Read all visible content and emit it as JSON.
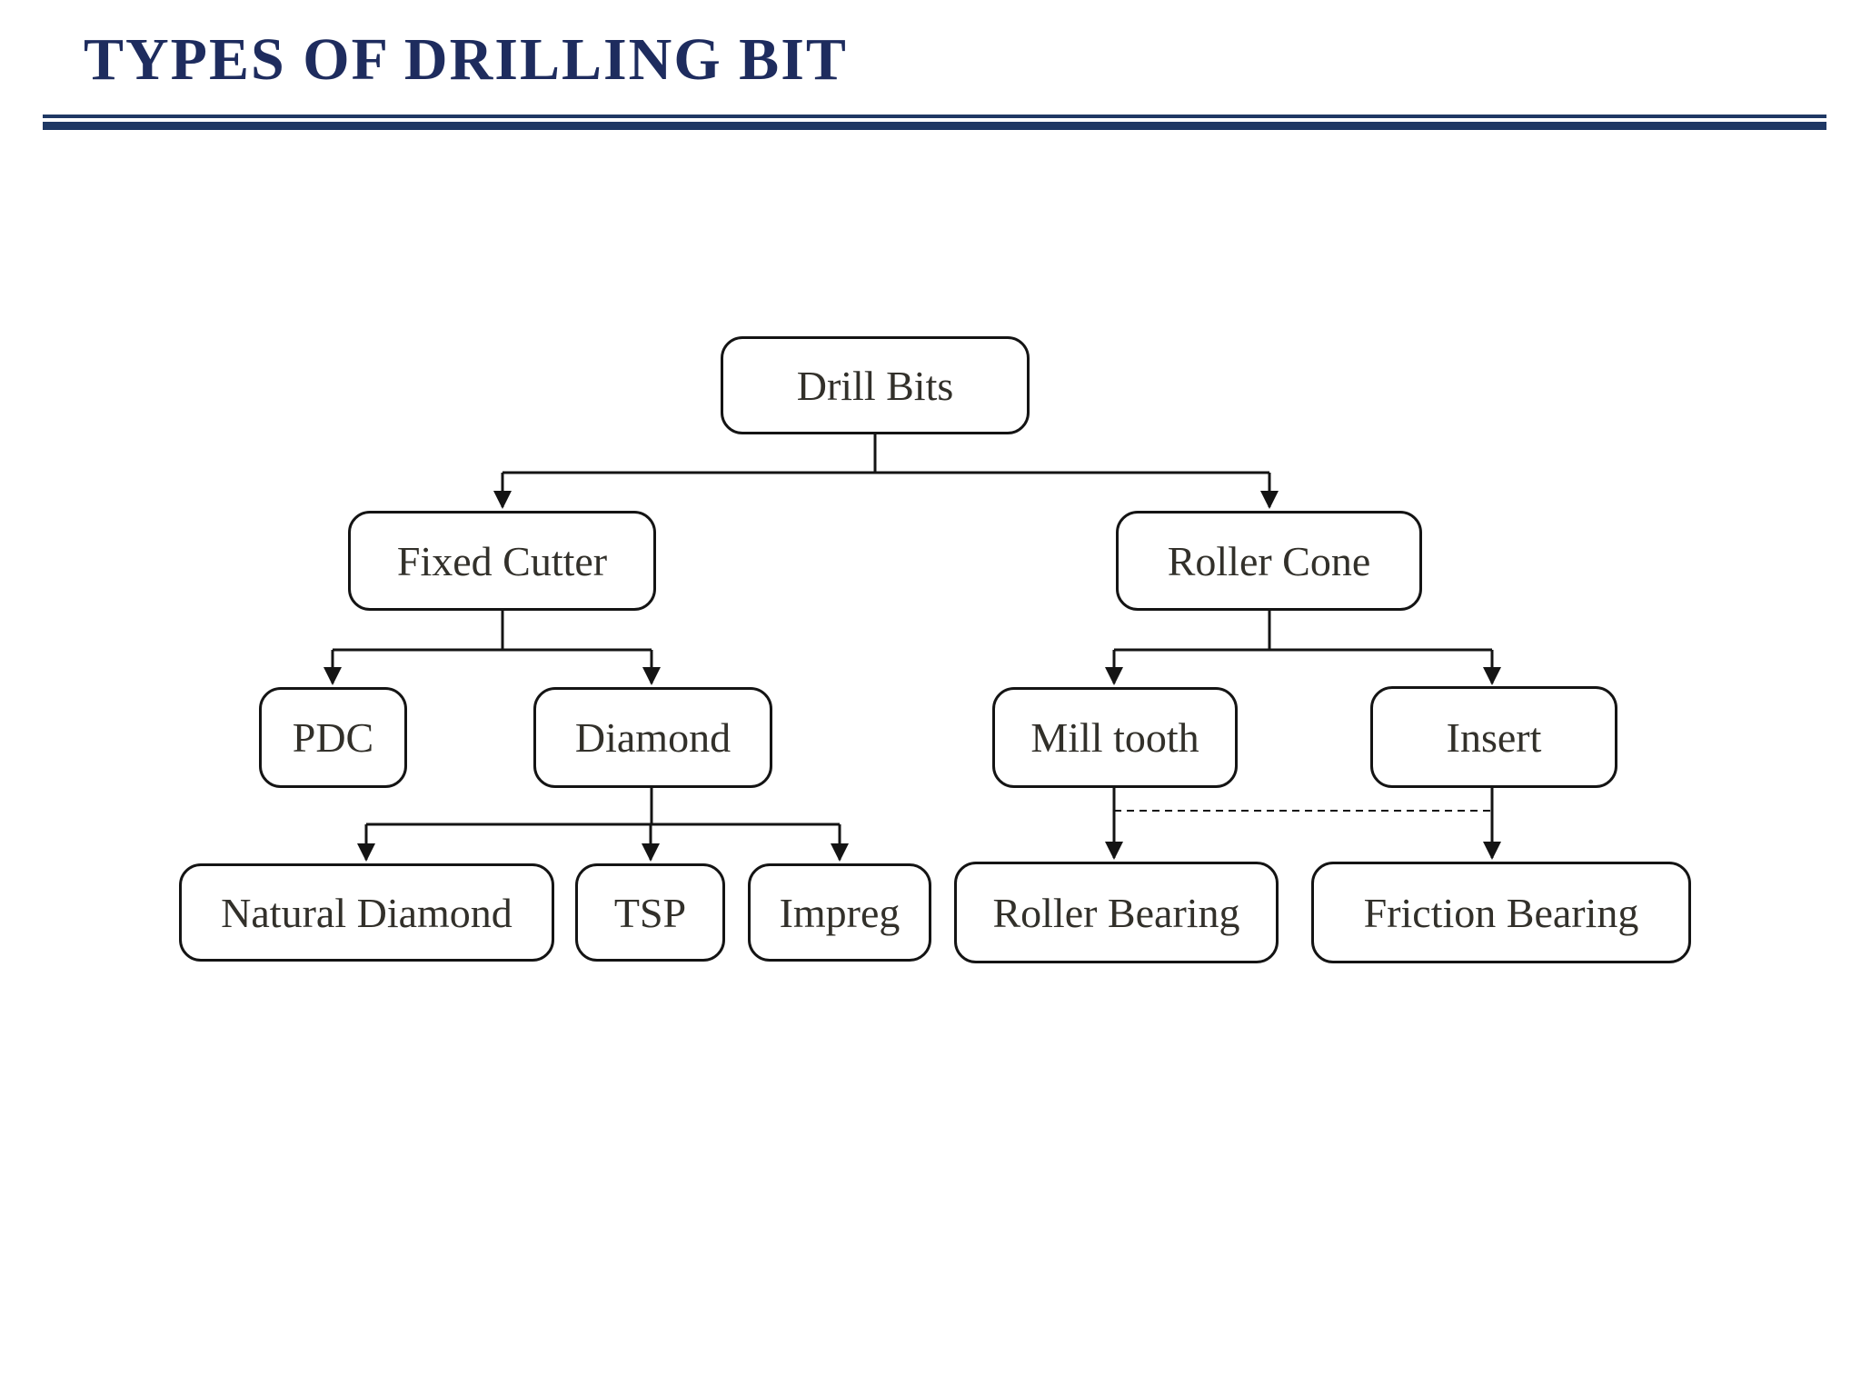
{
  "title": "TYPES OF DRILLING BIT",
  "colors": {
    "title_color": "#1e2c5e",
    "rule_color": "#1f3864",
    "box_border": "#141414",
    "box_text": "#32302a",
    "connector": "#141414"
  },
  "nodes": {
    "drill_bits": "Drill Bits",
    "fixed_cutter": "Fixed Cutter",
    "roller_cone": "Roller Cone",
    "pdc": "PDC",
    "diamond": "Diamond",
    "mill_tooth": "Mill tooth",
    "insert": "Insert",
    "natural_diamond": "Natural Diamond",
    "tsp": "TSP",
    "impreg": "Impreg",
    "roller_bearing": "Roller Bearing",
    "friction_bearing": "Friction Bearing"
  },
  "edges": [
    {
      "from": "Drill Bits",
      "to": "Fixed Cutter",
      "style": "solid-arrow"
    },
    {
      "from": "Drill Bits",
      "to": "Roller Cone",
      "style": "solid-arrow"
    },
    {
      "from": "Fixed Cutter",
      "to": "PDC",
      "style": "solid-arrow"
    },
    {
      "from": "Fixed Cutter",
      "to": "Diamond",
      "style": "solid-arrow"
    },
    {
      "from": "Diamond",
      "to": "Natural Diamond",
      "style": "solid-arrow"
    },
    {
      "from": "Diamond",
      "to": "TSP",
      "style": "solid-arrow"
    },
    {
      "from": "Diamond",
      "to": "Impreg",
      "style": "solid-arrow"
    },
    {
      "from": "Roller Cone",
      "to": "Mill tooth",
      "style": "solid-arrow"
    },
    {
      "from": "Roller Cone",
      "to": "Insert",
      "style": "solid-arrow"
    },
    {
      "from": "Mill tooth",
      "to": "Roller Bearing",
      "style": "solid-arrow"
    },
    {
      "from": "Insert",
      "to": "Friction Bearing",
      "style": "solid-arrow"
    },
    {
      "from": "Mill tooth",
      "to": "Insert",
      "style": "dashed-link"
    }
  ]
}
